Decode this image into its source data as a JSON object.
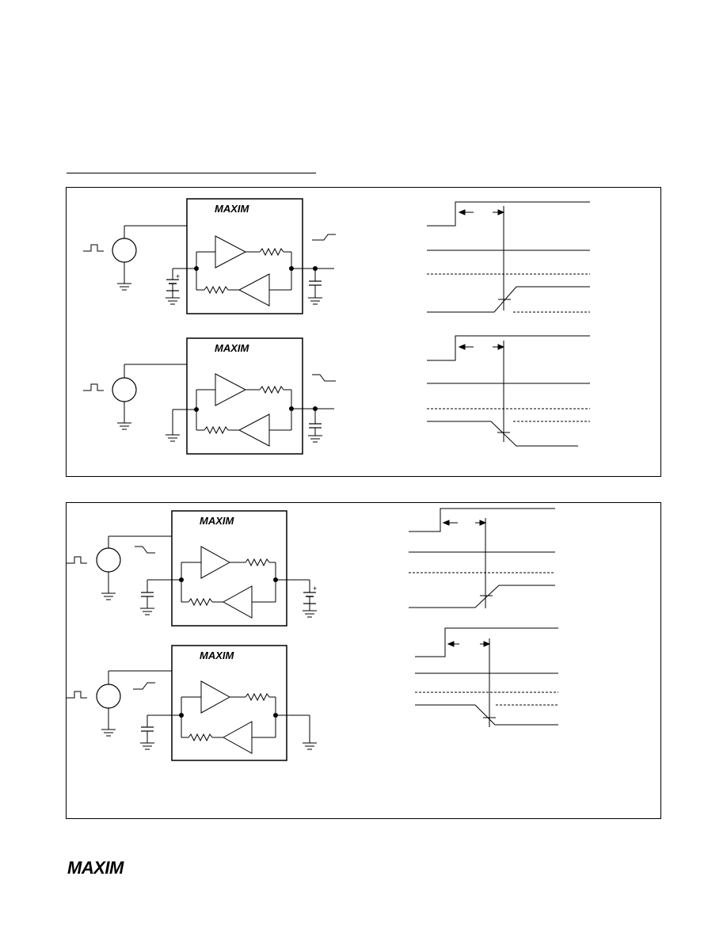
{
  "brand": {
    "logo_text": "MAXIM",
    "chip_logo_text": "MAXIM"
  },
  "figures": [
    {
      "id": "figure-1",
      "circuits": 2,
      "timing_diagrams": 2
    },
    {
      "id": "figure-2",
      "circuits": 2,
      "timing_diagrams": 2
    }
  ],
  "icons": [
    "pulse-source-icon",
    "ground-icon",
    "capacitor-icon",
    "op-amp-icon",
    "resistor-icon",
    "battery-icon"
  ]
}
